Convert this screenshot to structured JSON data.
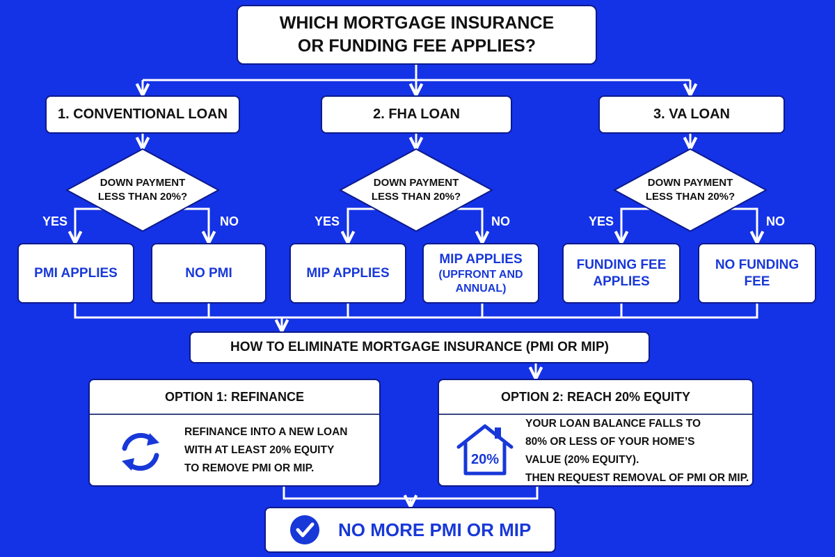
{
  "title": {
    "line1": "WHICH MORTGAGE INSURANCE",
    "line2": "OR FUNDING FEE APPLIES?"
  },
  "loans": [
    {
      "label": "1. CONVENTIONAL LOAN",
      "question": {
        "line1": "DOWN PAYMENT",
        "line2": "LESS THAN 20%?"
      },
      "yes_label": "YES",
      "no_label": "NO",
      "yes_result": {
        "line1": "PMI APPLIES",
        "line2": "",
        "line3": ""
      },
      "no_result": {
        "line1": "NO PMI",
        "line2": "",
        "line3": ""
      }
    },
    {
      "label": "2. FHA LOAN",
      "question": {
        "line1": "DOWN PAYMENT",
        "line2": "LESS THAN 20%?"
      },
      "yes_label": "YES",
      "no_label": "NO",
      "yes_result": {
        "line1": "MIP APPLIES",
        "line2": "",
        "line3": ""
      },
      "no_result": {
        "line1": "MIP APPLIES",
        "line2": "(UPFRONT AND",
        "line3": "ANNUAL)"
      }
    },
    {
      "label": "3. VA LOAN",
      "question": {
        "line1": "DOWN PAYMENT",
        "line2": "LESS THAN 20%?"
      },
      "yes_label": "YES",
      "no_label": "NO",
      "yes_result": {
        "line1": "FUNDING FEE",
        "line2": "APPLIES",
        "line3": ""
      },
      "no_result": {
        "line1": "NO FUNDING",
        "line2": "FEE",
        "line3": ""
      }
    }
  ],
  "eliminate": {
    "heading": "HOW TO ELIMINATE MORTGAGE INSURANCE (PMI OR MIP)"
  },
  "options": [
    {
      "heading": "OPTION 1: REFINANCE",
      "icon": "refresh-arrows-icon",
      "lines": [
        "REFINANCE INTO A NEW LOAN",
        "WITH AT LEAST 20% EQUITY",
        "TO REMOVE PMI OR MIP."
      ]
    },
    {
      "heading": "OPTION 2: REACH 20% EQUITY",
      "icon": "house-icon",
      "icon_text": "20%",
      "lines": [
        "YOUR LOAN BALANCE FALLS TO",
        "80% OR LESS OF YOUR HOME’S",
        "VALUE (20% EQUITY).",
        "THEN REQUEST REMOVAL OF PMI OR MIP."
      ]
    }
  ],
  "final": {
    "label": "NO MORE PMI OR MIP",
    "icon": "check-circle-icon"
  },
  "colors": {
    "background": "#1432e6",
    "accent": "#1838d8",
    "box_border": "#0d1a8a",
    "connector": "#ffffff"
  }
}
